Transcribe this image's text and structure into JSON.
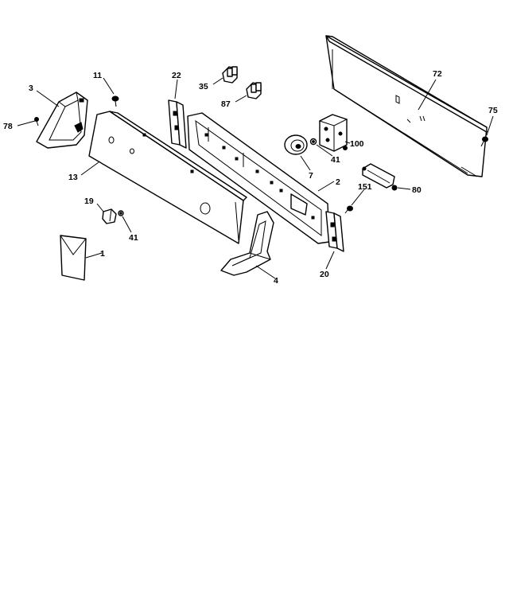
{
  "callouts": {
    "c1": "1",
    "c2": "2",
    "c3": "3",
    "c4": "4",
    "c7": "7",
    "c11": "11",
    "c13": "13",
    "c19": "19",
    "c20": "20",
    "c22": "22",
    "c35": "35",
    "c41a": "41",
    "c41b": "41",
    "c72": "72",
    "c75": "75",
    "c78": "78",
    "c80": "80",
    "c87": "87",
    "c100": "100",
    "c151": "151"
  }
}
